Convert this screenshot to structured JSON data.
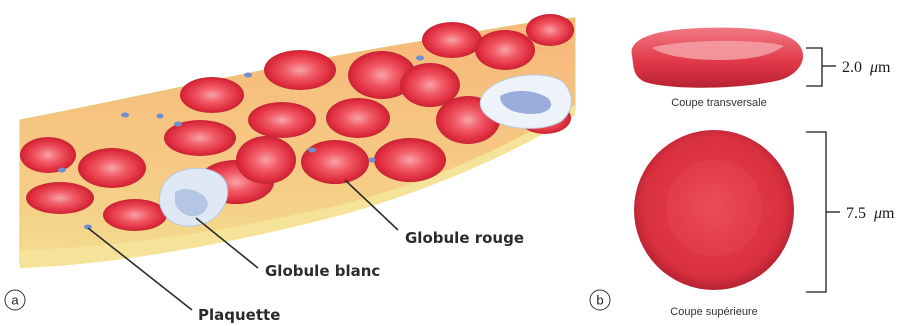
{
  "panel_a": {
    "letter": "a",
    "labels": {
      "red_cell": "Globule rouge",
      "white_cell": "Globule blanc",
      "platelet": "Plaquette"
    }
  },
  "panel_b": {
    "letter": "b",
    "cross_section_caption": "Coupe transversale",
    "top_view_caption": "Coupe supérieure",
    "thickness": {
      "value": "2.0",
      "unit_symbol": "μ",
      "unit_rest": "m"
    },
    "diameter": {
      "value": "7.5",
      "unit_symbol": "μ",
      "unit_rest": "m"
    }
  },
  "colors": {
    "vessel_outer": "#f2d27a",
    "vessel_inner": "#f5c37a",
    "red_cell": "#e8414f",
    "red_cell_center": "#f58a90",
    "white_cell": "#dfe9f5",
    "platelet": "#6f8fd0"
  }
}
